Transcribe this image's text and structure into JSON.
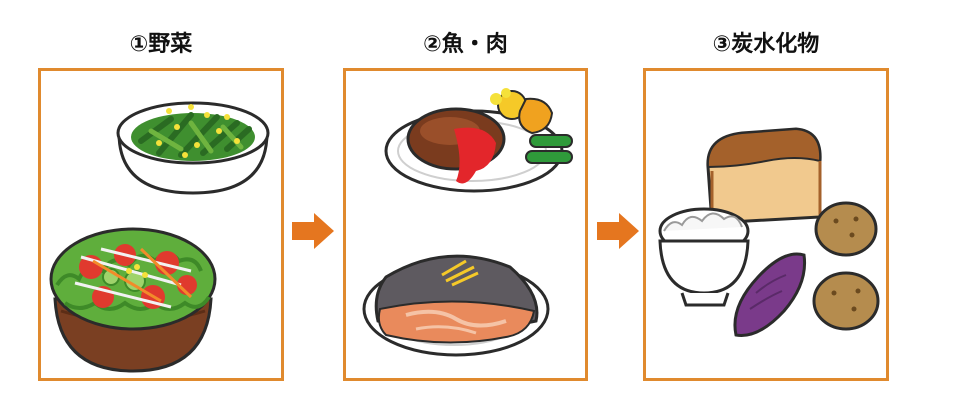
{
  "steps": [
    {
      "title": "①野菜",
      "illustration": "vegetable-dishes"
    },
    {
      "title": "②魚・肉",
      "illustration": "fish-meat-dishes"
    },
    {
      "title": "③炭水化物",
      "illustration": "carbohydrate-foods"
    }
  ],
  "colors": {
    "border": "#e08a2e",
    "arrow": "#e5761f"
  },
  "icons": {
    "next": "arrow-right-icon"
  }
}
